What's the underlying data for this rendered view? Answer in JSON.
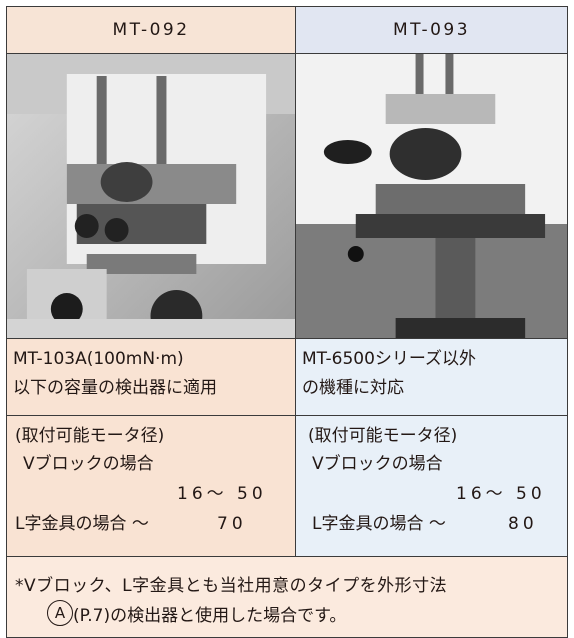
{
  "columns": [
    {
      "model": "MT-092",
      "description": [
        "MT-103A(100mN·m)",
        "以下の容量の検出器に適用"
      ],
      "mount_title": "(取付可能モータ径)",
      "v_block_label": "Vブロックの場合",
      "v_block_range": "16～ 50",
      "l_bracket_label": "L字金具の場合 ～",
      "l_bracket_max": "70"
    },
    {
      "model": "MT-093",
      "description": [
        "MT-6500シリーズ以外",
        "の機種に対応"
      ],
      "mount_title": "(取付可能モータ径)",
      "v_block_label": "Vブロックの場合",
      "v_block_range": "16～ 50",
      "l_bracket_label": "L字金具の場合 ～",
      "l_bracket_max": "80"
    }
  ],
  "note": {
    "line1": "*Vブロック、L字金具とも当社用意のタイプを外形寸法",
    "circled_letter": "A",
    "line2": "(P.7)の検出器と使用した場合です。"
  },
  "colors": {
    "header_left_bg": "#f7e4d6",
    "header_right_bg": "#e1e6f2",
    "left_tint": "#f9e3d3",
    "right_tint": "#e8f0f8",
    "note_bg": "#fbeade",
    "border": "#3b3b3b"
  },
  "icons": {
    "left_photo": "torque-test-stand-photo",
    "right_photo": "motor-mount-fixture-photo"
  }
}
